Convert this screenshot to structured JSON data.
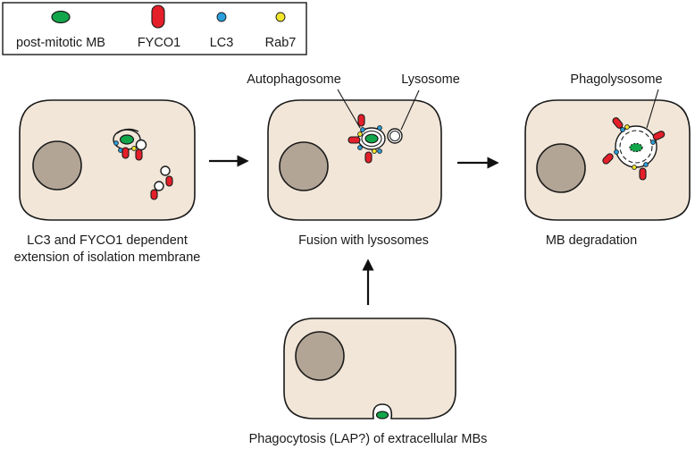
{
  "legend": {
    "items": [
      {
        "label": "post-mitotic MB",
        "icon": "green-ellipse"
      },
      {
        "label": "FYCO1",
        "icon": "red-capsule"
      },
      {
        "label": "LC3",
        "icon": "blue-dot"
      },
      {
        "label": "Rab7",
        "icon": "yellow-dot"
      }
    ]
  },
  "panels": {
    "isolation": {
      "caption_line1": "LC3 and FYCO1 dependent",
      "caption_line2": "extension of isolation membrane"
    },
    "fusion": {
      "label_autophagosome": "Autophagosome",
      "label_lysosome": "Lysosome",
      "caption": "Fusion with lysosomes"
    },
    "degradation": {
      "label_phagolysosome": "Phagolysosome",
      "caption": "MB degradation"
    },
    "phagocytosis": {
      "caption": "Phagocytosis (LAP?) of extracellular MBs"
    }
  },
  "colors": {
    "mb": "#12a64a",
    "fyco1": "#e41f2a",
    "lc3": "#2a9fdc",
    "rab7": "#f2e62a",
    "cell": "#f1e6d8",
    "nucleus": "#b3a596"
  }
}
